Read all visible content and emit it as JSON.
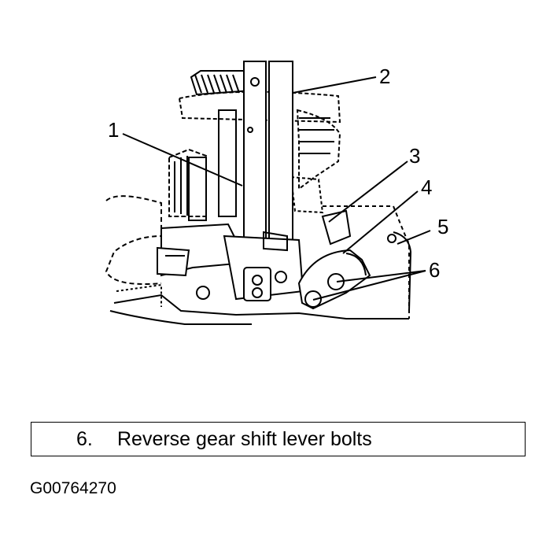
{
  "callouts": [
    {
      "id": "1"
    },
    {
      "id": "2"
    },
    {
      "id": "3"
    },
    {
      "id": "4"
    },
    {
      "id": "5"
    },
    {
      "id": "6"
    }
  ],
  "legend": {
    "number": "6.",
    "text": "Reverse gear shift lever bolts"
  },
  "figure_id": "G00764270"
}
